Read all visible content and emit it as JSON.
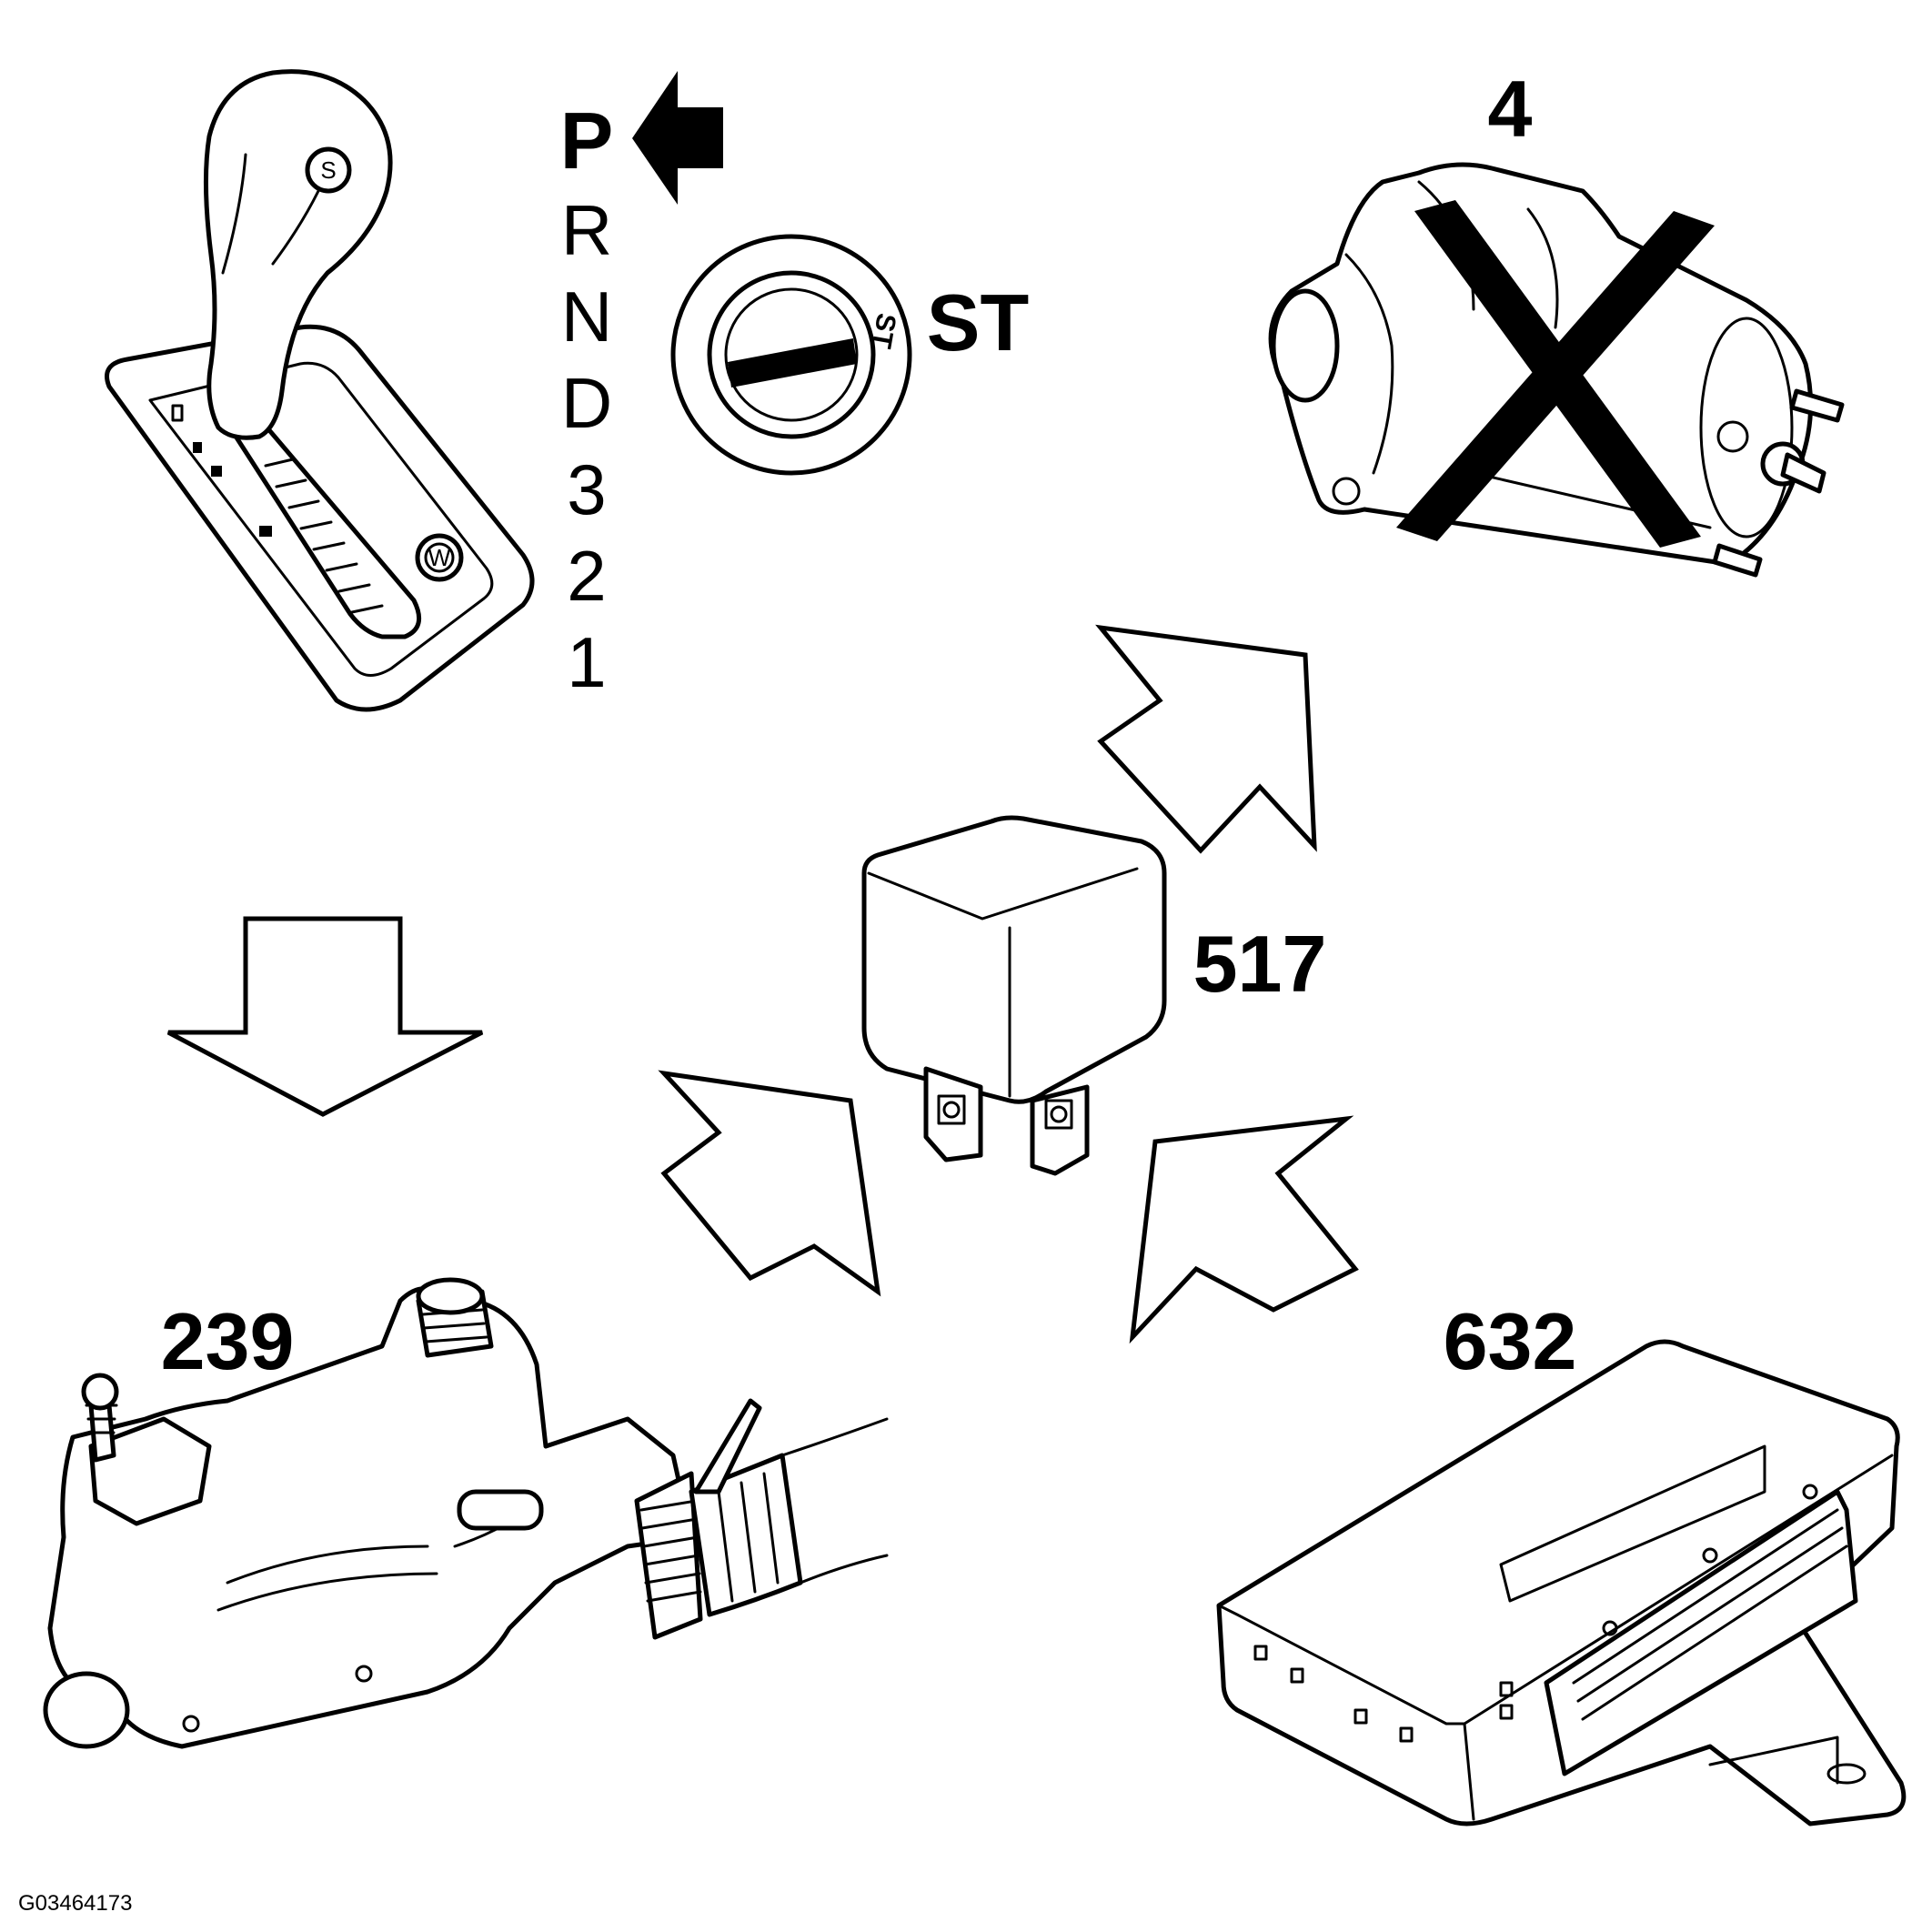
{
  "gear_positions": [
    "P",
    "R",
    "N",
    "D",
    "3",
    "2",
    "1"
  ],
  "ignition_position": "ST",
  "ignition_key_label": "ST",
  "shifter_button_s": "S",
  "shifter_button_w": "W",
  "components": {
    "starter_motor": "4",
    "relay": "517",
    "gear_selector_sensor": "239",
    "control_module": "632"
  },
  "figure_id": "G03464173",
  "icons": [
    "gear-shifter",
    "ignition-switch",
    "starter-motor",
    "cross-mark",
    "relay",
    "gear-position-sensor",
    "control-module",
    "flow-arrow"
  ]
}
